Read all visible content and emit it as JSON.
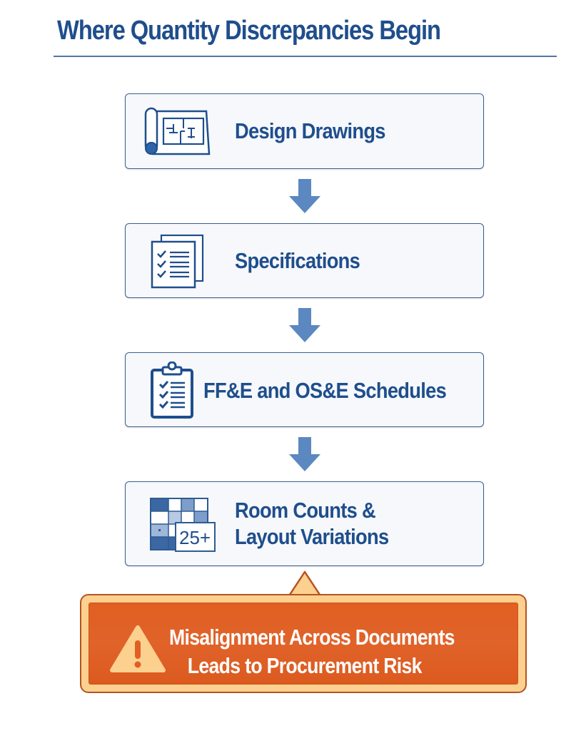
{
  "header": {
    "title": "Where Quantity Discrepancies Begin"
  },
  "flow": {
    "steps": [
      {
        "label": "Design Drawings",
        "icon": "blueprint-icon"
      },
      {
        "label": "Specifications",
        "icon": "checklist-documents-icon"
      },
      {
        "label": "FF&E and OS&E Schedules",
        "icon": "clipboard-checklist-icon"
      },
      {
        "label_line1": "Room Counts &",
        "label_line2": "Layout Variations",
        "icon": "room-grid-icon",
        "badge": "25+"
      }
    ],
    "connector_icon": "arrow-down-icon"
  },
  "callout": {
    "line1": "Misalignment Across Documents",
    "line2": "Leads to Procurement Risk",
    "icon": "warning-triangle-icon"
  },
  "colors": {
    "primary_blue": "#1f4e8c",
    "arrow_blue": "#5b88c0",
    "box_border": "#3d5f8f",
    "box_fill": "#f6f8fb",
    "alert_orange": "#e15f22",
    "alert_frame": "#fcd08f",
    "alert_border": "#b4531f"
  }
}
